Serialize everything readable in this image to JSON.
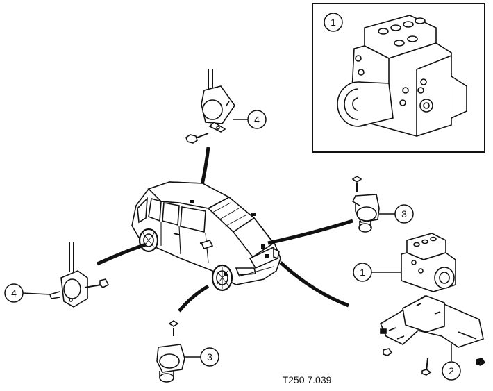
{
  "figure": {
    "code": "T250 7.039"
  },
  "callouts": {
    "inset_module": "1",
    "abs_module": "1",
    "bracket": "2",
    "rear_right_sensor": "3",
    "front_sensor": "3",
    "top_sensor": "4",
    "left_sensor": "4"
  },
  "colors": {
    "ink": "#111111",
    "background": "#ffffff"
  }
}
